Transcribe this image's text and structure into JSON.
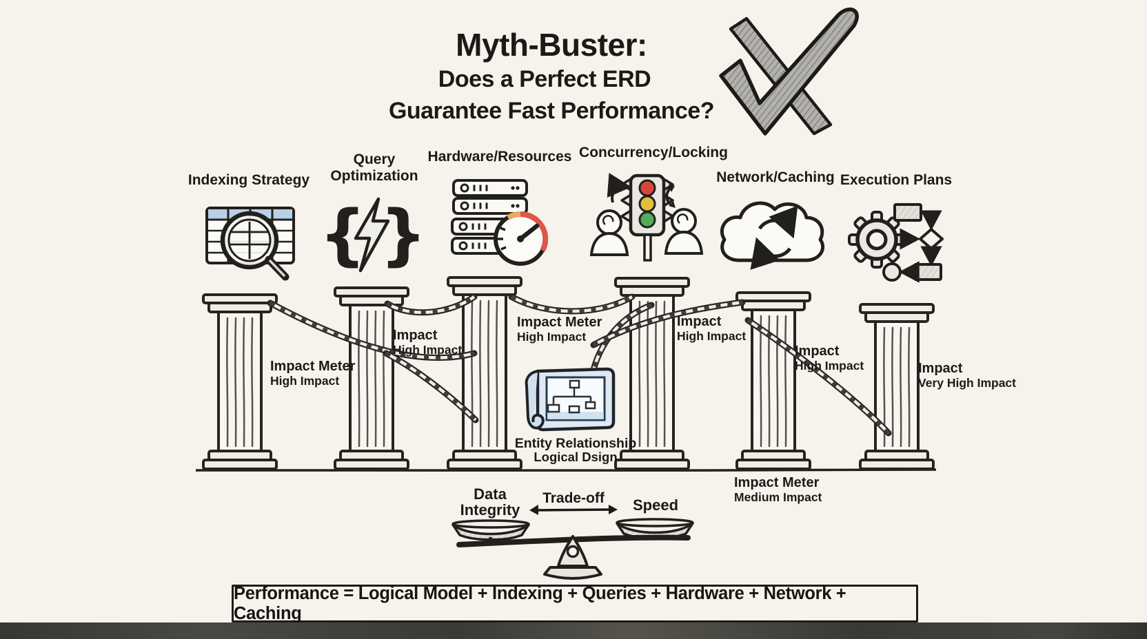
{
  "title": {
    "line1": "Myth-Buster:",
    "line2": "Does a Perfect ERD",
    "line3": "Guarantee Fast Performance?"
  },
  "mark": {
    "icon": "crossed-checkmark-icon"
  },
  "pillars": [
    {
      "label": "Indexing Strategy",
      "icon": "table-magnifier-icon"
    },
    {
      "label": "Query Optimization",
      "icon": "code-braces-lightning-icon"
    },
    {
      "label": "Hardware/Resources",
      "icon": "server-stack-gauge-icon"
    },
    {
      "label": "Concurrency/Locking",
      "icon": "traffic-light-users-icon"
    },
    {
      "label": "Network/Caching",
      "icon": "cloud-sync-icon"
    },
    {
      "label": "Execution Plans",
      "icon": "gear-flowchart-icon"
    }
  ],
  "impact_labels": [
    {
      "title": "Impact Meter",
      "level": "High Impact"
    },
    {
      "title": "Impact",
      "level": "High Impact"
    },
    {
      "title": "Impact Meter",
      "level": "High Impact"
    },
    {
      "title": "Impact",
      "level": "High Impact"
    },
    {
      "title": "Impact",
      "level": "High Impact"
    },
    {
      "title": "Impact",
      "level": "Very High Impact"
    },
    {
      "title": "Impact Meter",
      "level": "Medium Impact"
    }
  ],
  "erd": {
    "icon": "blueprint-scroll-icon",
    "line1": "Entity Relationship",
    "line2": "Logical Dsign"
  },
  "tradeoff": {
    "icon": "balance-scale-icon",
    "left": "Data Integrity",
    "center": "Trade-off",
    "right": "Speed"
  },
  "formula": "Performance = Logical Model + Indexing + Queries + Hardware + Network + Caching",
  "glyphs": {
    "brace_left": "{",
    "brace_right": "}"
  },
  "colors": {
    "paper": "#f5f3ec",
    "ink": "#22201d",
    "table_header_blue": "#b7d0e6",
    "traffic_red": "#d5473c",
    "traffic_yellow": "#e3bf3c",
    "traffic_green": "#4fae57",
    "gauge_red": "#dd5748",
    "blueprint_blue": "#dde9f4",
    "band_dark": "#3b3a36"
  }
}
